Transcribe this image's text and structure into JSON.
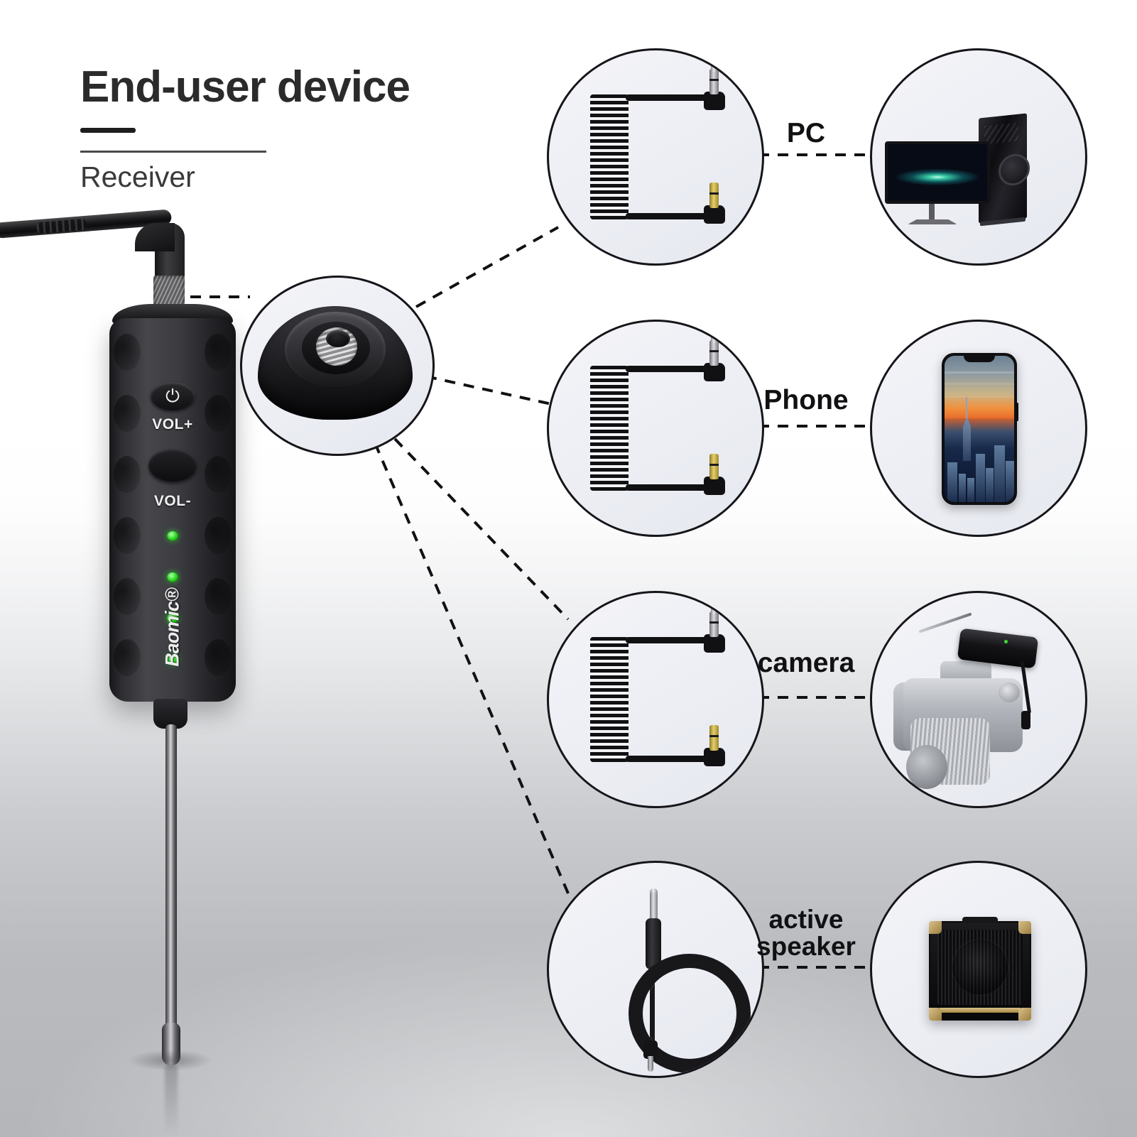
{
  "header": {
    "title": "End-user device",
    "subtitle": "Receiver"
  },
  "receiver": {
    "brand": "Baomic®",
    "power_icon": "⏻",
    "vol_up_label": "VOL+",
    "vol_down_label": "VOL-",
    "led_count": 4,
    "led_color": "#22d916",
    "body_color": "#3b3b40"
  },
  "hub": {
    "name": "output-jack-hub"
  },
  "connections": [
    {
      "id": "pc",
      "label": "PC",
      "cable": "coiled-3.5mm-to-3.5mm-right-angle",
      "device": "desktop-computer"
    },
    {
      "id": "phone",
      "label": "Phone",
      "cable": "coiled-3.5mm-to-3.5mm-right-angle",
      "device": "smartphone"
    },
    {
      "id": "camera",
      "label": "camera",
      "cable": "coiled-3.5mm-to-3.5mm-right-angle",
      "device": "dslr-camera-with-wireless-receiver"
    },
    {
      "id": "active_speaker",
      "label": "active\nspeaker",
      "cable": "6.35mm-to-3.5mm-straight-cable",
      "device": "active-speaker-amplifier"
    }
  ],
  "colors": {
    "background_top": "#ffffff",
    "background_bottom": "#b4b6ba",
    "circle_fill": "#eceef4",
    "circle_stroke": "#15151a",
    "text": "#111114",
    "accent_gold": "#d9c089"
  }
}
